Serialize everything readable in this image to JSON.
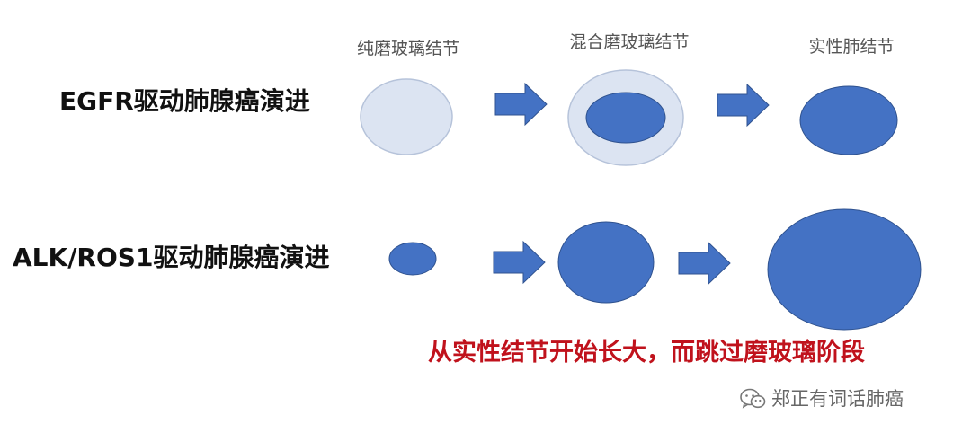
{
  "row1": {
    "title": "EGFR驱动肺腺癌演进",
    "stages": [
      "纯磨玻璃结节",
      "混合磨玻璃结节",
      "实性肺结节"
    ]
  },
  "row2": {
    "title": "ALK/ROS1驱动肺腺癌演进"
  },
  "conclusion": "从实性结节开始长大，而跳过磨玻璃阶段",
  "watermark": {
    "text": "郑正有词话肺癌",
    "icon": "wechat-icon"
  },
  "colors": {
    "solid": "#4472c4",
    "ground_glass": "#dce4f2",
    "outline": "#b6c3da",
    "arrow": "#4472c4",
    "conclusion": "#c0121c"
  }
}
